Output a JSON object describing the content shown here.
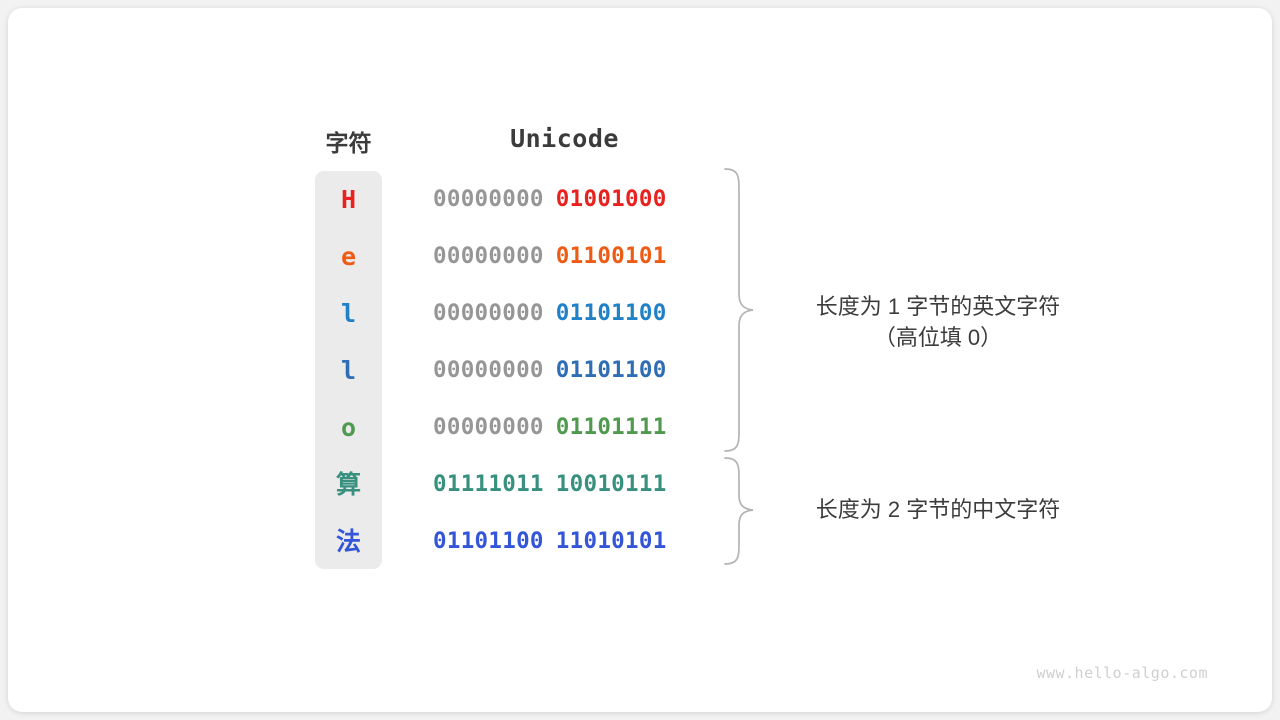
{
  "figure": {
    "background_color": "#f2f2f2",
    "card_color": "#ffffff",
    "column_fill": "#ebebeb",
    "high_byte_color": "#969696",
    "brace_color": "#b4b4b4",
    "header_color": "#3b3b3b"
  },
  "headers": {
    "character": "字符",
    "unicode": "Unicode"
  },
  "rows": [
    {
      "char": "H",
      "color": "#e8231f",
      "high": "00000000",
      "low": "01001000"
    },
    {
      "char": "e",
      "color": "#ee5b15",
      "high": "00000000",
      "low": "01100101"
    },
    {
      "char": "l",
      "color": "#2081c6",
      "high": "00000000",
      "low": "01101100"
    },
    {
      "char": "l",
      "color": "#2f6eb5",
      "high": "00000000",
      "low": "01101100"
    },
    {
      "char": "o",
      "color": "#4f9a4f",
      "high": "00000000",
      "low": "01101111"
    },
    {
      "char": "算",
      "color": "#38907e",
      "high": "01111011",
      "low": "10010111"
    },
    {
      "char": "法",
      "color": "#3355d8",
      "high": "01101100",
      "low": "11010101"
    }
  ],
  "annotations": {
    "english": {
      "line1": "长度为 1 字节的英文字符",
      "line2": "（高位填 0）"
    },
    "chinese": {
      "line1": "长度为 2 字节的中文字符",
      "line2": ""
    }
  },
  "watermark": "www.hello-algo.com"
}
